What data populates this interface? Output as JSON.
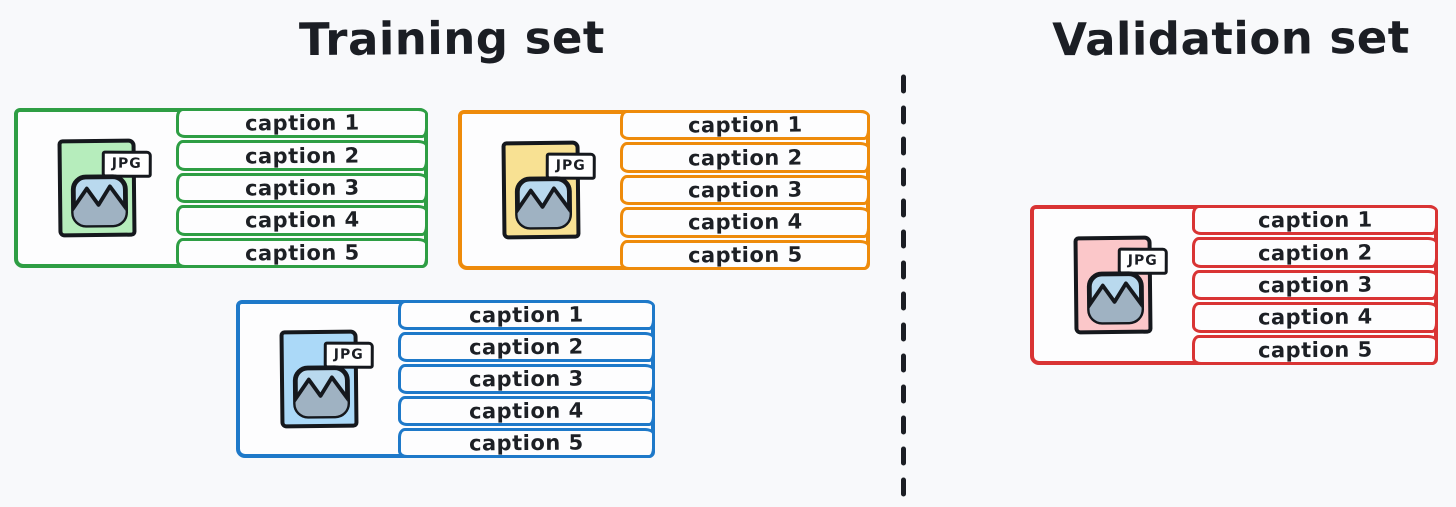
{
  "colors": {
    "background": "#f8f9fb",
    "ink": "#1b1e24",
    "icon_outline": "#15181d",
    "icon_sky": "#b9d9ee",
    "icon_mountain": "#9fb2c2",
    "label_background": "#ffffff"
  },
  "sections": [
    {
      "id": "training",
      "title": "Training set",
      "card_ids": [
        "green",
        "orange",
        "blue"
      ]
    },
    {
      "id": "validation",
      "title": "Validation set",
      "card_ids": [
        "red"
      ]
    }
  ],
  "separator": {
    "icon": "dashed-divider",
    "style": "vertical-dashed-line",
    "color": "#1b1e24"
  },
  "icons": {
    "file": "jpg-file-icon",
    "thumbnail": "image-thumbnail-icon",
    "divider": "dashed-divider-line"
  },
  "cards": [
    {
      "id": "green",
      "section": "training",
      "accent": "#2e9e44",
      "file_fill": "#b6edbc",
      "file_type": "JPG",
      "captions": [
        "caption 1",
        "caption 2",
        "caption 3",
        "caption 4",
        "caption 5"
      ]
    },
    {
      "id": "orange",
      "section": "training",
      "accent": "#ee8b0b",
      "file_fill": "#f8e193",
      "file_type": "JPG",
      "captions": [
        "caption 1",
        "caption 2",
        "caption 3",
        "caption 4",
        "caption 5"
      ]
    },
    {
      "id": "blue",
      "section": "training",
      "accent": "#1e79c9",
      "file_fill": "#abd9f8",
      "file_type": "JPG",
      "captions": [
        "caption 1",
        "caption 2",
        "caption 3",
        "caption 4",
        "caption 5"
      ]
    },
    {
      "id": "red",
      "section": "validation",
      "accent": "#d93434",
      "file_fill": "#fbc7c9",
      "file_type": "JPG",
      "captions": [
        "caption 1",
        "caption 2",
        "caption 3",
        "caption 4",
        "caption 5"
      ]
    }
  ]
}
